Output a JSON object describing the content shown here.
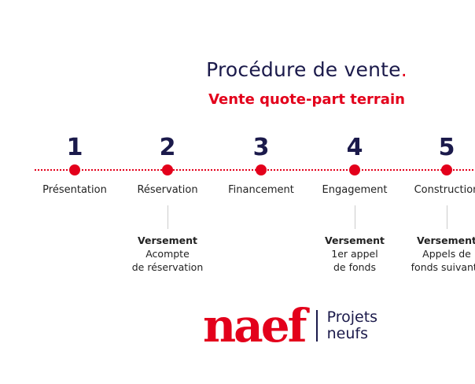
{
  "header": {
    "title": "Procédure de vente",
    "title_dot": ".",
    "subtitle": "Vente quote-part terrain"
  },
  "colors": {
    "navy": "#1b1a4b",
    "red": "#e3001b"
  },
  "steps": [
    {
      "number": "1",
      "label": "Présentation"
    },
    {
      "number": "2",
      "label": "Réservation",
      "payment_title": "Versement",
      "payment_line1": "Acompte",
      "payment_line2": "de réservation"
    },
    {
      "number": "3",
      "label": "Financement"
    },
    {
      "number": "4",
      "label": "Engagement",
      "payment_title": "Versement",
      "payment_line1": "1er appel",
      "payment_line2": "de fonds"
    },
    {
      "number": "5",
      "label": "Construction",
      "payment_title": "Versement",
      "payment_line1": "Appels de",
      "payment_line2": "fonds suivants"
    }
  ],
  "logo": {
    "word": "naef",
    "line1": "Projets",
    "line2": "neufs"
  }
}
